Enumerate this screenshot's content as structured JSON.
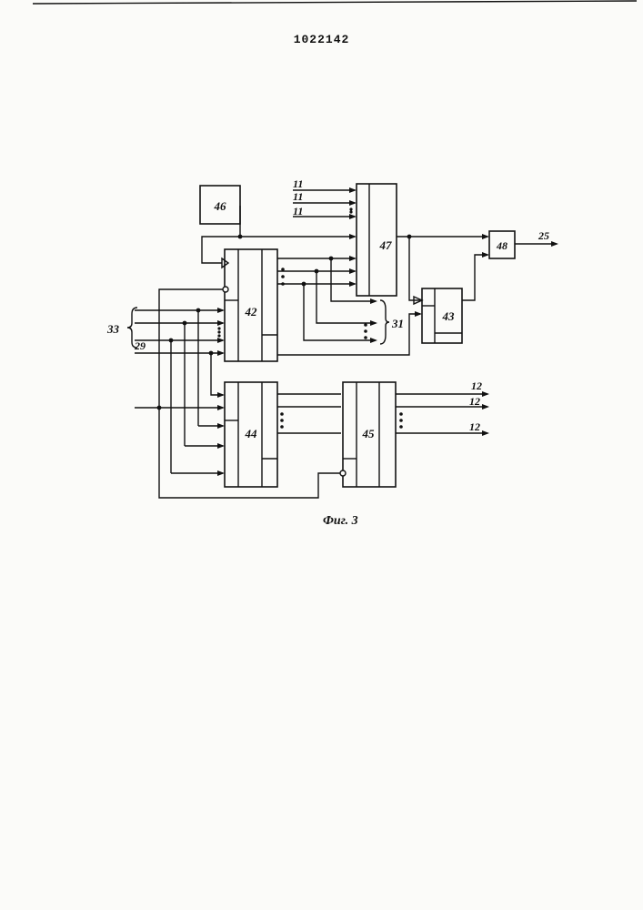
{
  "document": {
    "patent_number": "1022142",
    "figure_caption": "Фиг. 3"
  },
  "blocks": {
    "b42": "42",
    "b43": "43",
    "b44": "44",
    "b45": "45",
    "b46": "46",
    "b47": "47",
    "b48": "48"
  },
  "signals": {
    "in11_a": "11",
    "in11_b": "11",
    "in11_c": "11",
    "out25": "25",
    "bus31": "31",
    "bus33": "33",
    "in29": "29",
    "out12_a": "12",
    "out12_b": "12",
    "out12_c": "12"
  },
  "colors": {
    "ink": "#111111",
    "paper": "#fbfbf9"
  }
}
